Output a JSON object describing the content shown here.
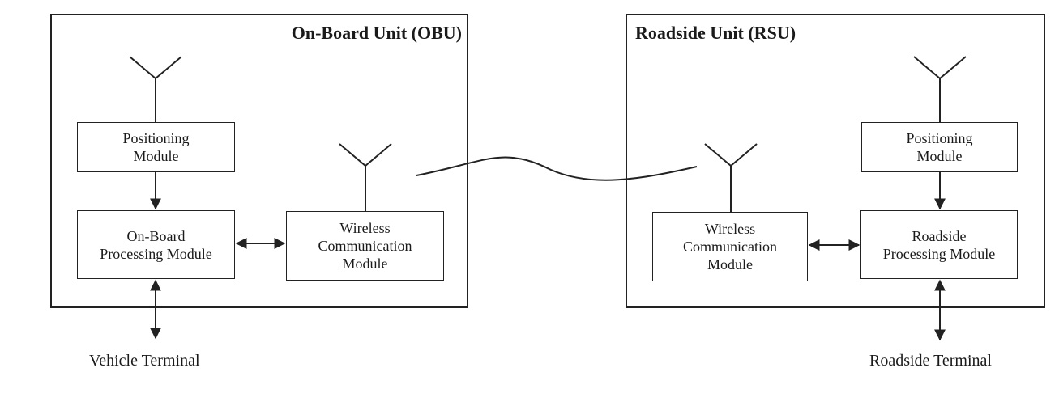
{
  "obu": {
    "title": "On-Board Unit (OBU)",
    "positioning_module": {
      "line1": "Positioning",
      "line2": "Module"
    },
    "processing_module": {
      "line1": "On-Board",
      "line2": "Processing Module"
    },
    "wireless_module": {
      "line1": "Wireless",
      "line2": "Communication",
      "line3": "Module"
    },
    "terminal": "Vehicle Terminal"
  },
  "rsu": {
    "title": "Roadside Unit (RSU)",
    "positioning_module": {
      "line1": "Positioning",
      "line2": "Module"
    },
    "processing_module": {
      "line1": "Roadside",
      "line2": "Processing Module"
    },
    "wireless_module": {
      "line1": "Wireless",
      "line2": "Communication",
      "line3": "Module"
    },
    "terminal": "Roadside Terminal"
  },
  "icons": {
    "antenna": "antenna-icon",
    "wireless_link": "wave-link"
  },
  "colors": {
    "stroke": "#222222",
    "background": "#ffffff"
  }
}
